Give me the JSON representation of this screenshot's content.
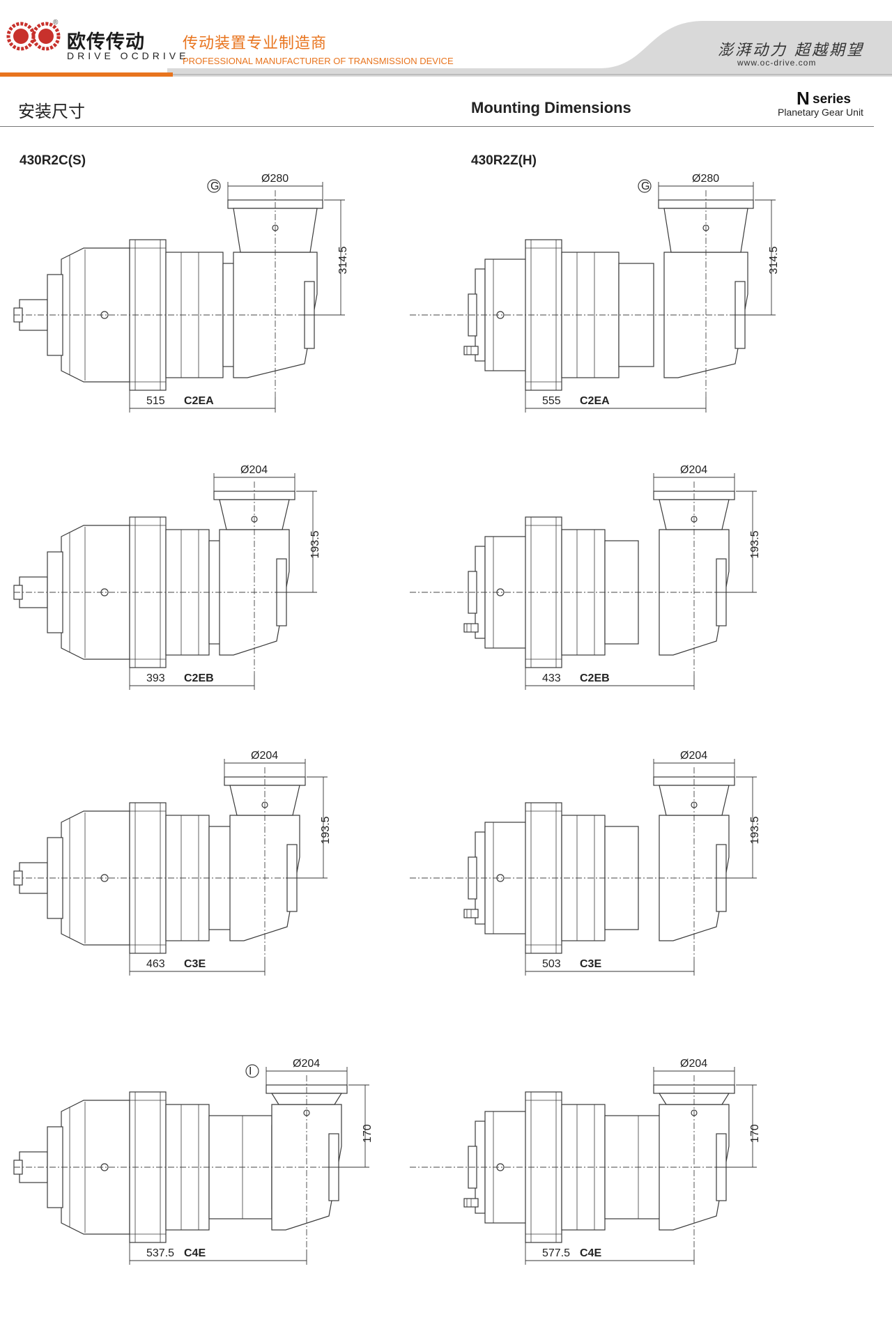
{
  "header": {
    "brand_cn": "欧传传动",
    "brand_en": "DRIVE  OCDRIVE",
    "reg_mark": "®",
    "tagline_cn": "传动装置专业制造商",
    "tagline_en": "PROFESSIONAL MANUFACTURER OF TRANSMISSION DEVICE",
    "slogan_cn": "澎湃动力 超越期望",
    "website": "www.oc-drive.com",
    "colors": {
      "accent": "#e8741e",
      "band": "#d9d9d9"
    }
  },
  "section": {
    "title_cn": "安装尺寸",
    "title_en": "Mounting Dimensions",
    "series_letter": "N",
    "series_word": "series",
    "series_sub": "Planetary Gear Unit"
  },
  "models": {
    "left": "430R2C(S)",
    "right": "430R2Z(H)"
  },
  "drawings": [
    {
      "col": "left",
      "diameter": "Ø280",
      "height": "314.5",
      "length": "515",
      "code": "C2EA",
      "marker": "G"
    },
    {
      "col": "right",
      "diameter": "Ø280",
      "height": "314.5",
      "length": "555",
      "code": "C2EA",
      "marker": "G"
    },
    {
      "col": "left",
      "diameter": "Ø204",
      "height": "193.5",
      "length": "393",
      "code": "C2EB",
      "marker": ""
    },
    {
      "col": "right",
      "diameter": "Ø204",
      "height": "193.5",
      "length": "433",
      "code": "C2EB",
      "marker": ""
    },
    {
      "col": "left",
      "diameter": "Ø204",
      "height": "193.5",
      "length": "463",
      "code": "C3E",
      "marker": ""
    },
    {
      "col": "right",
      "diameter": "Ø204",
      "height": "193.5",
      "length": "503",
      "code": "C3E",
      "marker": ""
    },
    {
      "col": "left",
      "diameter": "Ø204",
      "height": "170",
      "length": "537.5",
      "code": "C4E",
      "marker": "I"
    },
    {
      "col": "right",
      "diameter": "Ø204",
      "height": "170",
      "length": "577.5",
      "code": "C4E",
      "marker": ""
    }
  ]
}
